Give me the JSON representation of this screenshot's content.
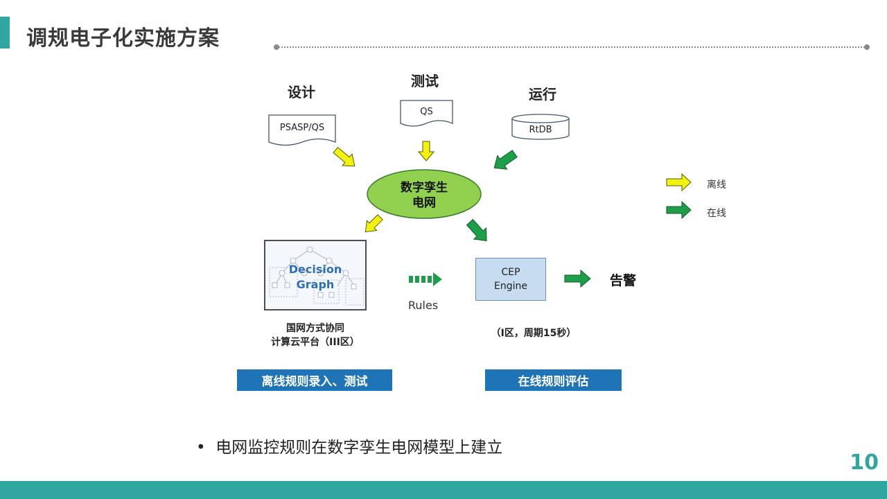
{
  "slide": {
    "title": "调规电子化实施方案",
    "page_number": "10",
    "bullet_text": "电网监控规则在数字孪生电网模型上建立"
  },
  "sources": {
    "design": {
      "label": "设计",
      "doc": "PSASP/QS"
    },
    "test": {
      "label": "测试",
      "doc": "QS"
    },
    "run": {
      "label": "运行",
      "db": "RtDB"
    }
  },
  "hub": {
    "line1": "数字孪生",
    "line2": "电网"
  },
  "decision_graph": {
    "line1": "Decision",
    "line2": "Graph"
  },
  "offline_platform": {
    "line1": "国网方式协同",
    "line2": "计算云平台（III区）"
  },
  "rules_label": "Rules",
  "cep": {
    "line1": "CEP",
    "line2": "Engine",
    "caption": "（I区，周期15秒）"
  },
  "alarm_label": "告警",
  "phase_labels": {
    "offline": "离线规则录入、测试",
    "online": "在线规则评估"
  },
  "legend": {
    "offline": "离线",
    "online": "在线"
  },
  "colors": {
    "teal": "#2fa6a0",
    "offline_arrow": "#f2f20f",
    "online_arrow": "#1e9e48",
    "hub_fill": "#92d050",
    "label_blue": "#1f73b7"
  }
}
